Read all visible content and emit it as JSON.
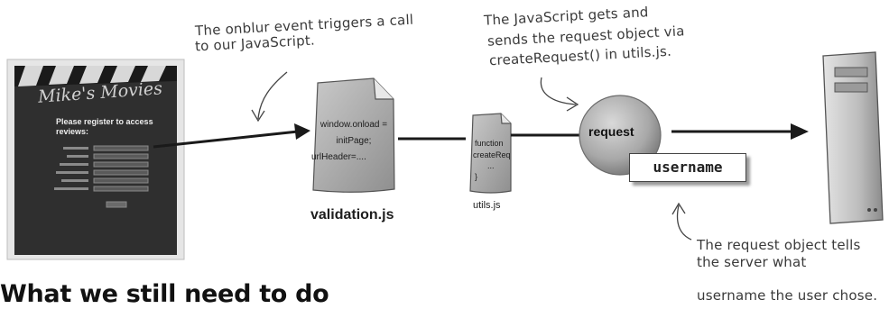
{
  "annotations": {
    "onblur_line1": "The onblur event triggers a call",
    "onblur_line2": "to our JavaScript.",
    "js_line1": "The JavaScript gets and",
    "js_line2": "sends the request object via",
    "js_line3": "createRequest() in utils.js.",
    "server_line1": "The request object tells",
    "server_line2": "the server what",
    "server_line3": "username the user chose."
  },
  "screenshot": {
    "title": "Mike's Movies",
    "heading_line1": "Please register to access",
    "heading_line2": "reviews:"
  },
  "validation_doc": {
    "line1": "window.onload =",
    "line2": "initPage;",
    "line3": "urlHeader=....",
    "caption": "validation.js"
  },
  "utils_doc": {
    "line1": "function",
    "line2": "createReq",
    "line3": "...",
    "line4": "}",
    "caption": "utils.js"
  },
  "request_object": {
    "label": "request",
    "field": "username"
  },
  "section_title": "What we still need to do"
}
